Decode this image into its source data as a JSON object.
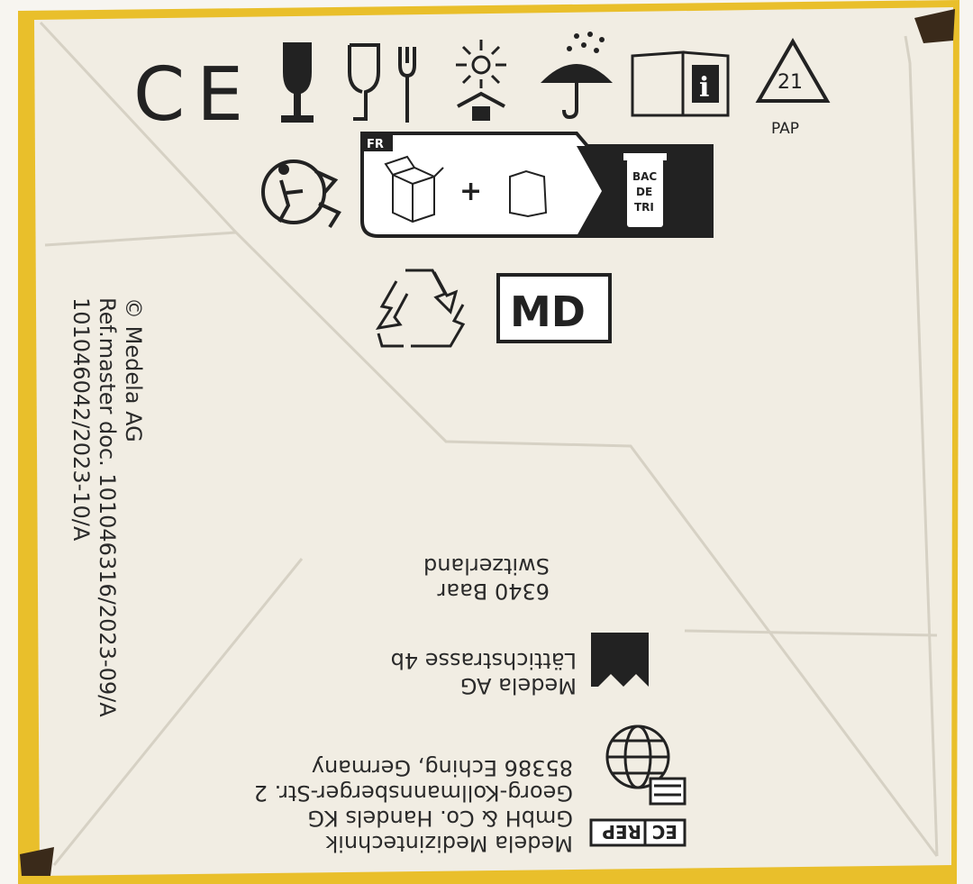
{
  "colors": {
    "box_yellow": "#e9bf2b",
    "paper": "#f1ede3",
    "ink": "#222222"
  },
  "icons": [
    "ce-mark-icon",
    "fragile-glass-icon",
    "food-contact-icon",
    "keep-away-from-sunlight-icon",
    "keep-dry-icon",
    "instructions-info-icon",
    "recycling-pap-21-icon",
    "triman-icon",
    "sorting-info-icon",
    "recycling-icon",
    "medical-device-icon",
    "manufacturer-icon",
    "ec-rep-icon",
    "importer-icon"
  ],
  "symbols": {
    "ce": "CE",
    "recycle_code": "21",
    "recycle_material": "PAP",
    "sorting_country": "FR",
    "sorting_plus": "+",
    "bin_lines": [
      "BAC",
      "DE",
      "TRI"
    ],
    "md": "MD",
    "ec": "EC",
    "rep": "REP"
  },
  "vertical_lines": [
    "© Medela AG",
    "Ref.master doc. 101046316/2023-09/A",
    "101046042/2023-10/A"
  ],
  "ec_rep_address": [
    "Medela Medizintechnik",
    "GmbH & Co. Handels KG",
    "Georg-Kollmannsberger-Str. 2",
    "85386 Eching, Germany"
  ],
  "manufacturer_address": [
    "Medela AG",
    "Lättichstrasse 4b"
  ],
  "city_lines": [
    "6340 Baar",
    "Switzerland"
  ]
}
